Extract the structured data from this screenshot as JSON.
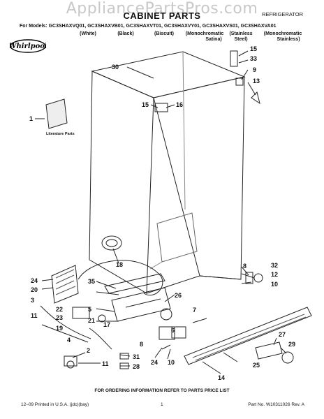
{
  "watermark": "AppliancePartsPros.com",
  "title": "CABINET PARTS",
  "product_type": "REFRIGERATOR",
  "models_line": "For Models: GC3SHAXVQ01, GC3SHAXVB01, GC3SHAXVT01, GC3SHAXVY01, GC3SHAXVS01, GC3SHAXVA01",
  "color_columns": [
    {
      "line1": "(White)",
      "line2": ""
    },
    {
      "line1": "(Black)",
      "line2": ""
    },
    {
      "line1": "(Biscuit)",
      "line2": ""
    },
    {
      "line1": "(Monochromatic",
      "line2": "Satina)"
    },
    {
      "line1": "(Stainless",
      "line2": "Steel)"
    },
    {
      "line1": "(Monochromatic",
      "line2": "Stainless)"
    }
  ],
  "brand_logo": "Whirlpool",
  "literature_label": "Literature Parts",
  "callouts": [
    "30",
    "15",
    "33",
    "9",
    "13",
    "15",
    "16",
    "1",
    "18",
    "24",
    "20",
    "3",
    "11",
    "22",
    "23",
    "17",
    "19",
    "4",
    "2",
    "35",
    "26",
    "5",
    "21",
    "7",
    "8",
    "6",
    "31",
    "28",
    "24",
    "10",
    "11",
    "8",
    "32",
    "12",
    "10",
    "27",
    "29",
    "14",
    "25"
  ],
  "footer_notice": "FOR ORDERING INFORMATION REFER TO PARTS PRICE LIST",
  "footer_left": "12–09 Printed in U.S.A. (jdc)(bay)",
  "footer_page": "1",
  "footer_right": "Part No. W10311026 Rev. A"
}
